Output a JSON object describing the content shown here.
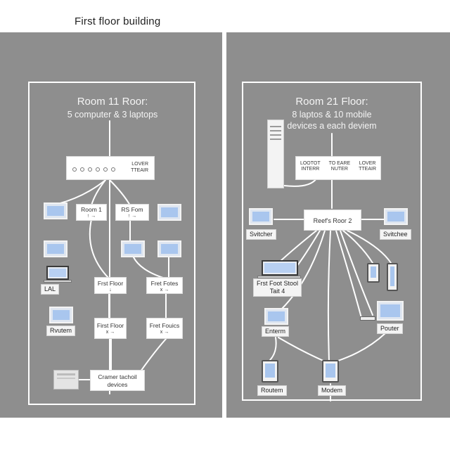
{
  "header": {
    "title": "First floor building"
  },
  "room_left": {
    "title": "Room 11 Rоor:",
    "subtitle": "5 computer & 3 laptops",
    "switch_label_1": "LOVER",
    "switch_label_2": "TTEAIR",
    "box_room1": "Room 1",
    "box_room1_arrows": "↑ →",
    "box_rs_form": "RS Fom",
    "box_rs_form_arrows": "↑ →",
    "box_first_floor_1": "Frst Floor",
    "box_first_floor_1_arrows": "↓",
    "box_fret_fores_1": "Fret Fotes",
    "box_fret_fores_1_arrows": "x →",
    "box_first_floor_2": "First Floor",
    "box_first_floor_2_arrows": "x →",
    "box_fret_fores_2": "Fret Fouics",
    "box_fret_fores_2_arrows": "x →",
    "box_cramer": "Cramer tachoil",
    "box_cramer_sub": "devices",
    "label_lal": "LAL",
    "label_rvutem": "Rvutem"
  },
  "room_right": {
    "title": "Room 21 Floor:",
    "subtitle_1": "8 laptos & 10 mobile",
    "subtitle_2": "devices a each deviem",
    "switch_cols": [
      {
        "line1": "LOOTOT",
        "line2": "INTERR"
      },
      {
        "line1": "TO EARE",
        "line2": "NUTER"
      },
      {
        "line1": "LOVER",
        "line2": "TTEAIR"
      }
    ],
    "hub_label": "Reef's Roor 2",
    "label_svitcher": "Svitcher",
    "label_svitchee": "Svitchee",
    "label_first_foot": "Frst Foot Stool",
    "label_first_foot_2": "Tait 4",
    "label_enterm": "Enterm",
    "label_pouter": "Pouter",
    "label_routem": "Routem",
    "label_modem": "Modem"
  },
  "colors": {
    "panel": "#8e8e8e",
    "lines": "#ffffff",
    "screen": "#a9c6ee"
  }
}
